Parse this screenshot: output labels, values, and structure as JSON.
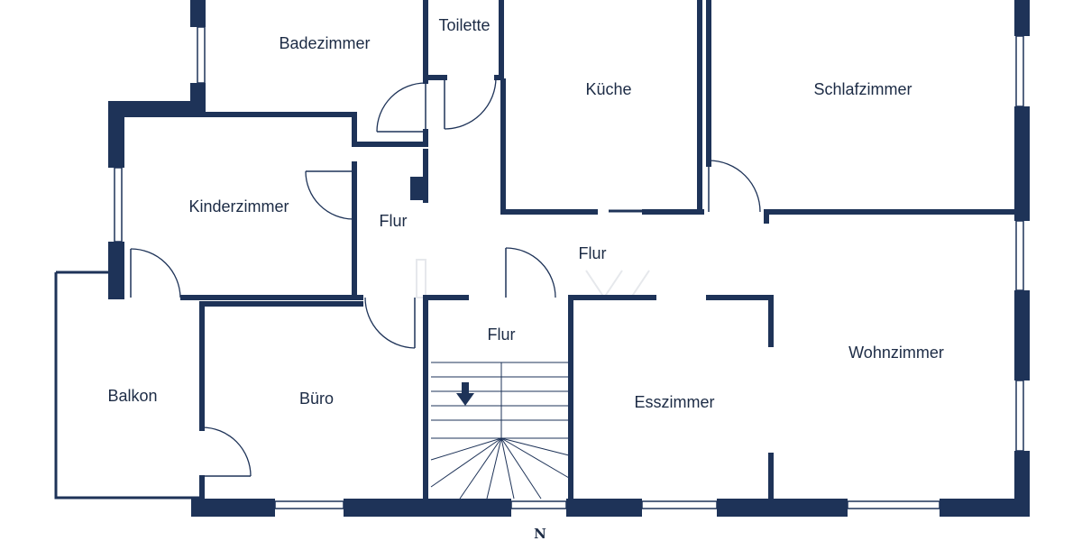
{
  "floorplan": {
    "rooms": [
      {
        "key": "badezimmer",
        "name": "Badezimmer"
      },
      {
        "key": "toilette",
        "name": "Toilette"
      },
      {
        "key": "kueche",
        "name": "Küche"
      },
      {
        "key": "schlafzimmer",
        "name": "Schlafzimmer"
      },
      {
        "key": "kinderzimmer",
        "name": "Kinderzimmer"
      },
      {
        "key": "flur-1",
        "name": "Flur"
      },
      {
        "key": "flur-2",
        "name": "Flur"
      },
      {
        "key": "flur-3",
        "name": "Flur"
      },
      {
        "key": "balkon",
        "name": "Balkon"
      },
      {
        "key": "buero",
        "name": "Büro"
      },
      {
        "key": "esszimmer",
        "name": "Esszimmer"
      },
      {
        "key": "wohnzimmer",
        "name": "Wohnzimmer"
      }
    ],
    "north_label": "N",
    "stair_direction": "down",
    "colors": {
      "wall": "#1e3358",
      "text": "#1c2b45",
      "background": "#ffffff"
    }
  }
}
